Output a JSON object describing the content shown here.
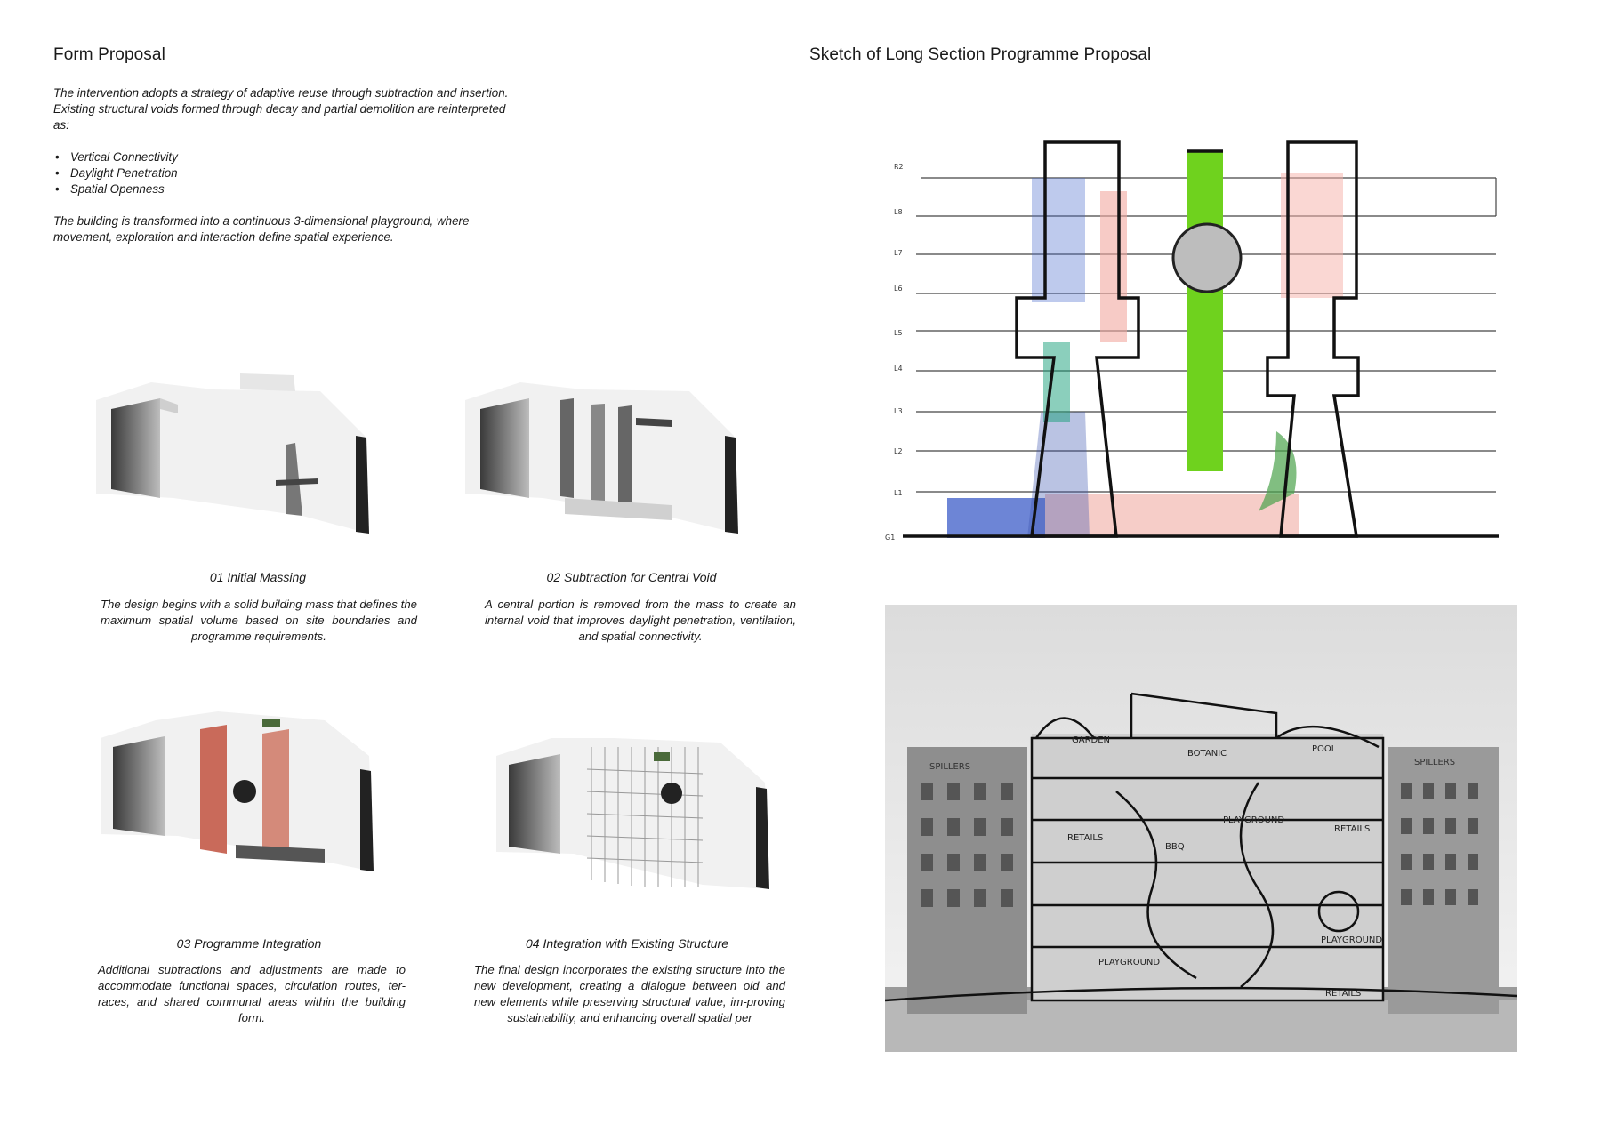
{
  "left": {
    "title": "Form Proposal",
    "intro": "The intervention adopts a strategy of adaptive reuse through subtraction and insertion. Existing structural voids formed through decay and partial demolition are reinterpreted as:",
    "bullets": [
      "Vertical Connectivity",
      "Daylight Penetration",
      "Spatial Openness"
    ],
    "outro": "The building is transformed into a continuous 3-dimensional playground, where movement, exploration and interaction define spatial experience."
  },
  "steps": [
    {
      "caption": "01 Initial Massing",
      "text": "The design begins with a solid building mass that defines the maximum spatial volume based on site boundaries and programme requirements."
    },
    {
      "caption": "02 Subtraction for Central Void",
      "text": "A central portion is removed from the mass to create an internal void that improves daylight penetration, ventilation, and spatial connectivity."
    },
    {
      "caption": "03 Programme Integration",
      "text": "Additional subtractions and adjustments are made to accommodate functional spaces, circulation routes, ter-races, and shared communal areas within the building form."
    },
    {
      "caption": "04  Integration with Existing Structure",
      "text": "The final design incorporates the existing structure into the new development, creating a dialogue between old and new elements while preserving structural value, im-proving sustainability, and enhancing overall spatial per"
    }
  ],
  "right": {
    "title": "Sketch of Long Section Programme Proposal",
    "section_levels": [
      "R2",
      "L8",
      "L7",
      "L6",
      "L5",
      "L4",
      "L3",
      "L2",
      "L1",
      "G1"
    ],
    "photo_labels": [
      "GARDEN",
      "BOTANIC",
      "POOL",
      "SPILLERS",
      "SPILLERS",
      "PLAYGROUND",
      "RETAILS",
      "RETAILS",
      "BBQ",
      "PLAYGROUND",
      "PLAYGROUND",
      "RETAILS"
    ]
  }
}
